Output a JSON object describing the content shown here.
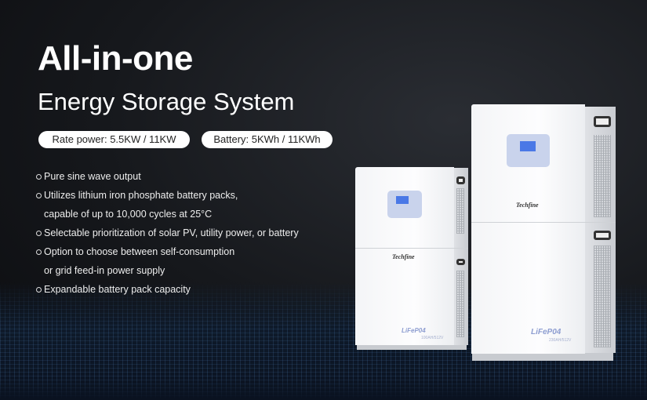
{
  "headline": {
    "title": "All-in-one",
    "subtitle": "Energy Storage System"
  },
  "specs": [
    {
      "label": "Rate power:  5.5KW / 11KW"
    },
    {
      "label": "Battery:  5KWh / 11KWh"
    }
  ],
  "features": [
    {
      "text": "Pure sine wave output",
      "bullet": true
    },
    {
      "text": "Utilizes lithium iron phosphate battery packs,",
      "bullet": true
    },
    {
      "text": "capable of up to 10,000 cycles at 25°C",
      "bullet": false
    },
    {
      "text": "Selectable prioritization of solar PV, utility power, or battery",
      "bullet": true
    },
    {
      "text": "Option to choose between self-consumption",
      "bullet": true
    },
    {
      "text": "or grid feed-in power supply",
      "bullet": false
    },
    {
      "text": "Expandable battery pack capacity",
      "bullet": true
    }
  ],
  "products": [
    {
      "brand": "Techfine",
      "chemistry": "LiFeP04",
      "rating": "100AH/512V"
    },
    {
      "brand": "Techfine",
      "chemistry": "LiFeP04",
      "rating": "230AH/512V"
    }
  ],
  "colors": {
    "background": "#16181c",
    "text": "#ffffff",
    "pill": "#ffffff",
    "lcd": "#4a78e6"
  }
}
